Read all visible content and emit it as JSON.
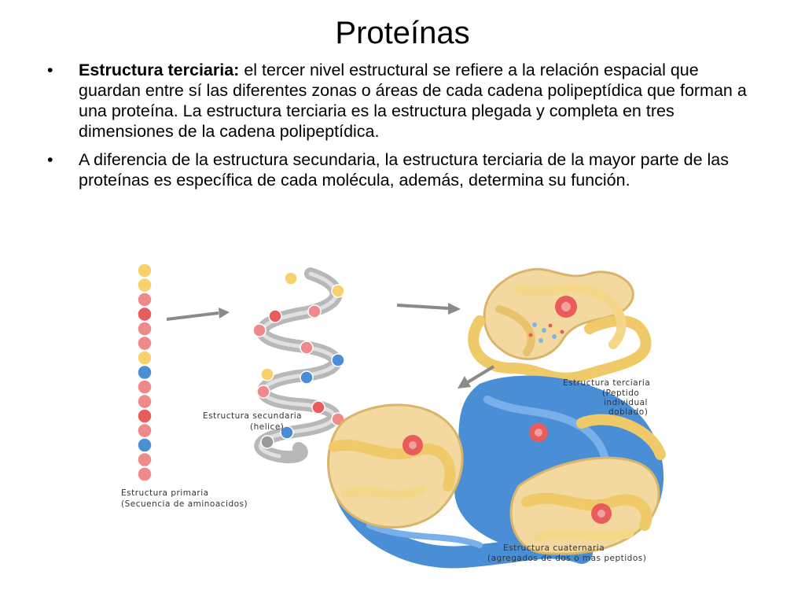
{
  "slide": {
    "title": "Proteínas",
    "bullets": [
      {
        "lead": "Estructura terciaria:",
        "text": " el tercer nivel estructural se refiere a la relación espacial que guardan entre sí las diferentes zonas o áreas de cada cadena polipeptídica que forman a una proteína. La estructura terciaria es la estructura plegada y completa en tres dimensiones de la cadena polipeptídica."
      },
      {
        "lead": "",
        "text": "A diferencia de la estructura secundaria, la estructura terciaria de la mayor parte de las proteínas es específica de cada molécula, además, determina su función."
      }
    ],
    "bullet_glyph": "•"
  },
  "figure": {
    "labels": {
      "primary_1": "Estructura primaria",
      "primary_2": "(Secuencia de aminoacidos)",
      "secondary_1": "Estructura secundaria",
      "secondary_2": "(helice)",
      "tertiary_1": "Estructura terciaria",
      "tertiary_2": "(Peptido",
      "tertiary_3": "individual",
      "tertiary_4": "doblado)",
      "quaternary_1": "Estructura cuaternaria",
      "quaternary_2": "(agregados de dos o mas peptidos)"
    },
    "colors": {
      "yellow": "#f5d26a",
      "tan": "#f3d9a0",
      "red": "#e85c5c",
      "pink": "#f08a8a",
      "blue": "#4a8fd6",
      "gray": "#9a9a9a",
      "arrow": "#8a8a8a"
    }
  }
}
